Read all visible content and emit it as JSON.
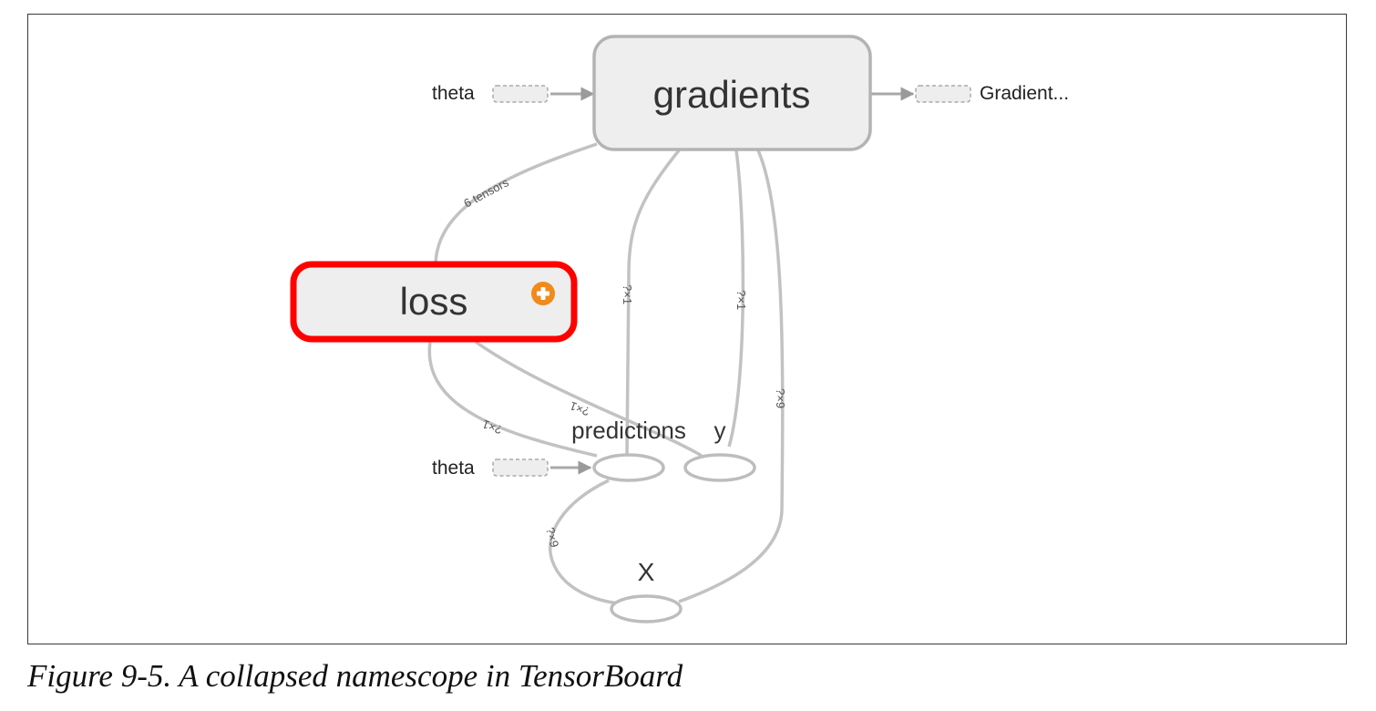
{
  "nodes": {
    "gradients": "gradients",
    "loss": "loss",
    "predictions": "predictions",
    "y": "y",
    "x": "X"
  },
  "inputs": {
    "theta_top": "theta",
    "theta_bottom": "theta",
    "gradient_out": "Gradient..."
  },
  "edges": {
    "six_tensors": "6 tensors",
    "q1_a": "?×1",
    "q1_b": "?×1",
    "q9_a": "?×9",
    "q1_c": "?×1",
    "q1_d": "?×1",
    "q9_b": "?×9"
  },
  "colors": {
    "highlight": "#ff0000",
    "expand_icon": "#f08a1c",
    "edge": "#c2c2c2",
    "node_fill": "#eeeeee"
  },
  "caption": "Figure 9-5. A collapsed namescope in TensorBoard"
}
